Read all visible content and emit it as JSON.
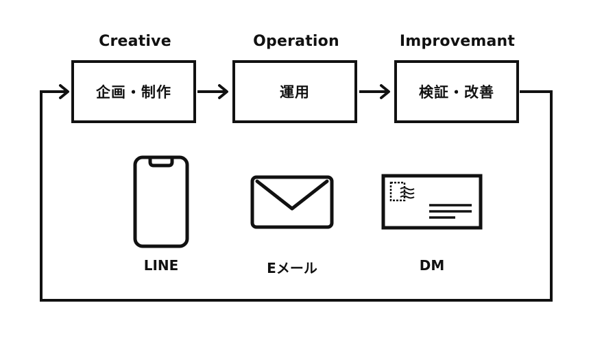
{
  "stages": [
    {
      "title": "Creative",
      "label": "企画・制作"
    },
    {
      "title": "Operation",
      "label": "運用"
    },
    {
      "title": "Improvemant",
      "label": "検証・改善"
    }
  ],
  "channels": [
    {
      "label": "LINE",
      "icon": "smartphone-icon"
    },
    {
      "label": "Eメール",
      "icon": "envelope-icon"
    },
    {
      "label": "DM",
      "icon": "postcard-icon"
    }
  ],
  "colors": {
    "stroke": "#111111",
    "background": "#ffffff"
  }
}
